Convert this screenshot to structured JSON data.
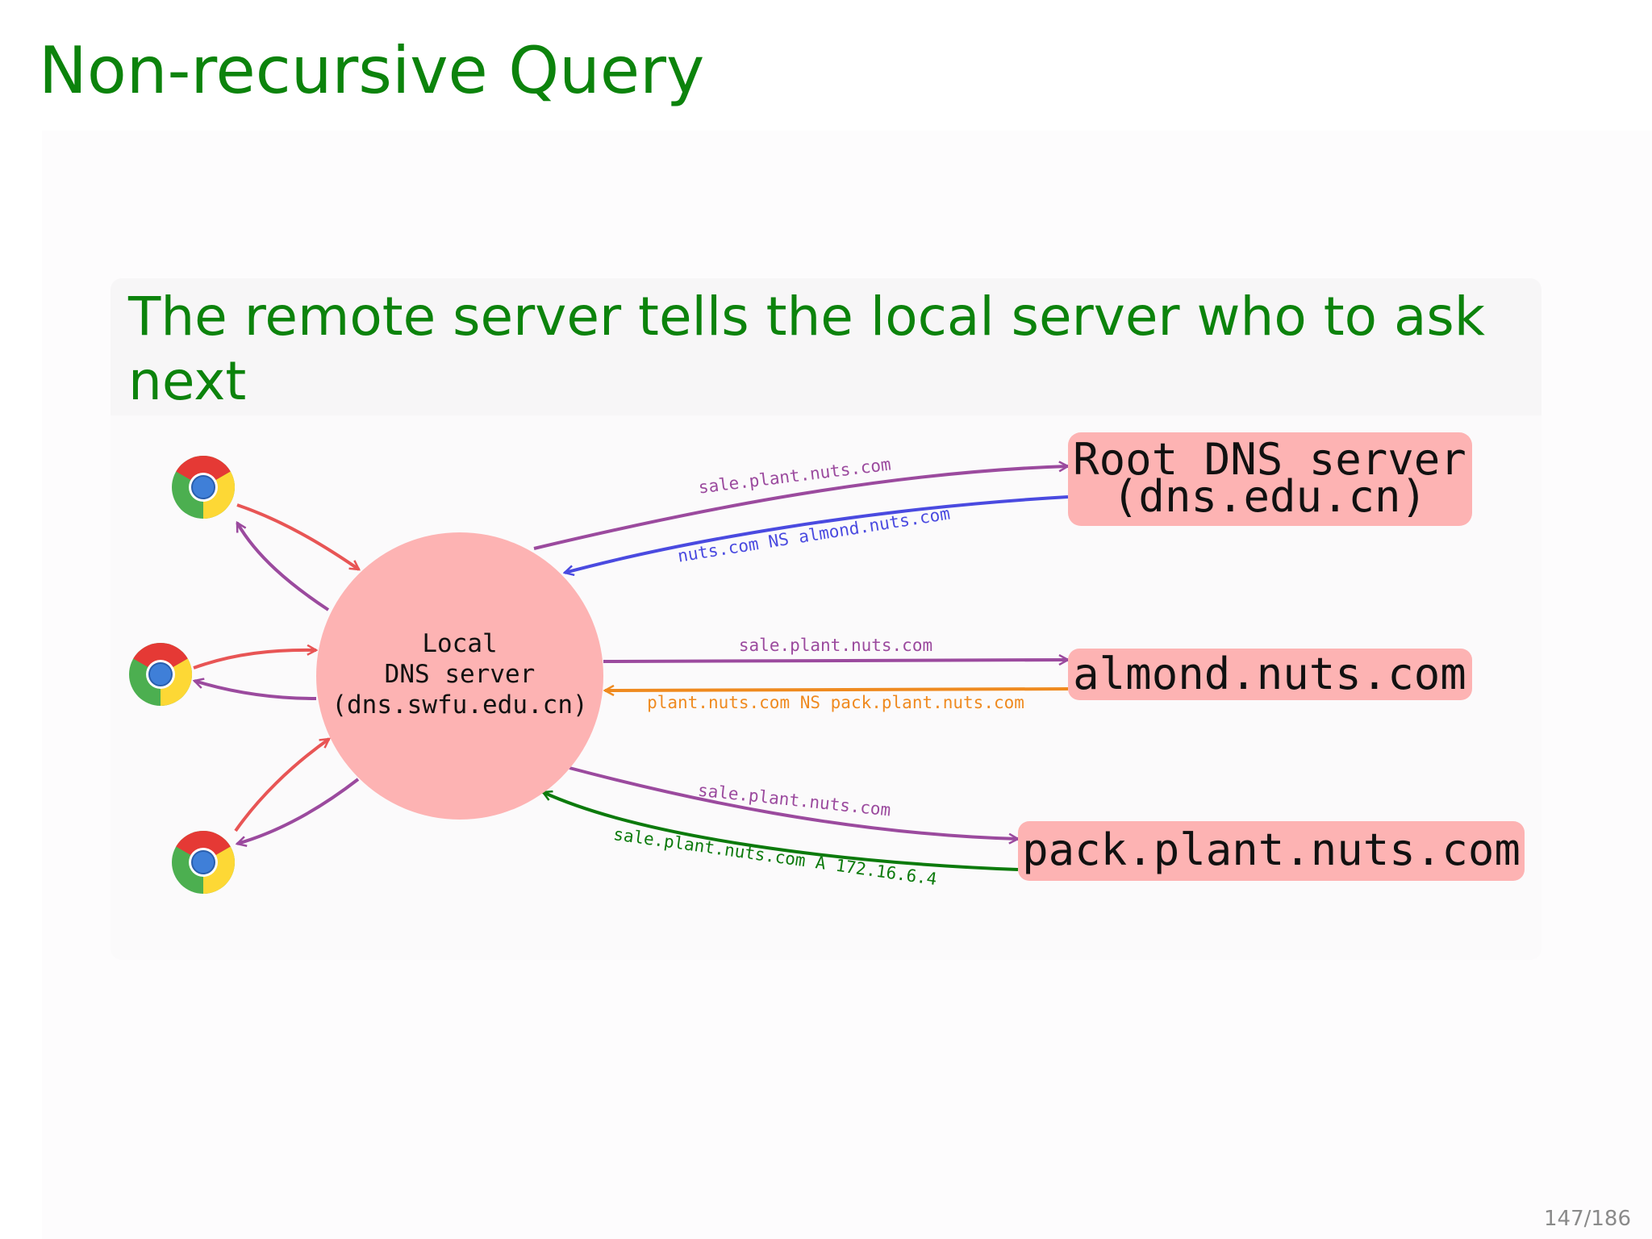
{
  "slide": {
    "title": "Non-recursive Query",
    "page_number": "147/186"
  },
  "block": {
    "title": "The remote server tells the local server who to ask next"
  },
  "diagram": {
    "local_server": {
      "line1": "Local",
      "line2": "DNS server",
      "line3": "(dns.swfu.edu.cn)"
    },
    "servers": {
      "root": {
        "line1": "Root DNS server",
        "line2": "(dns.edu.cn)"
      },
      "almond": {
        "label": "almond.nuts.com"
      },
      "pack": {
        "label": "pack.plant.nuts.com"
      }
    },
    "messages": {
      "to_root": "sale.plant.nuts.com",
      "from_root": "nuts.com NS almond.nuts.com",
      "to_almond": "sale.plant.nuts.com",
      "from_almond": "plant.nuts.com NS pack.plant.nuts.com",
      "to_pack": "sale.plant.nuts.com",
      "from_pack": "sale.plant.nuts.com A 172.16.6.4"
    },
    "clients": [
      {
        "icon": "chrome-icon"
      },
      {
        "icon": "chrome-icon"
      },
      {
        "icon": "chrome-icon"
      }
    ],
    "colors": {
      "request": "#9b4a9e",
      "root_reply": "#4a4ae0",
      "almond_reply": "#ef8a1f",
      "pack_reply": "#0c7a0c",
      "client_request": "#e85555",
      "node_fill": "#fdb3b3"
    }
  }
}
